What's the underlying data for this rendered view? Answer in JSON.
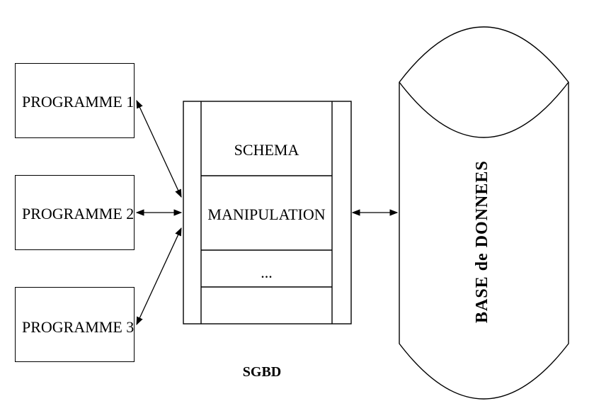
{
  "programs": [
    {
      "label": "PROGRAMME 1"
    },
    {
      "label": "PROGRAMME 2"
    },
    {
      "label": "PROGRAMME 3"
    }
  ],
  "sgbd": {
    "title": "SGBD",
    "rows": [
      {
        "label": "SCHEMA"
      },
      {
        "label": "MANIPULATION"
      },
      {
        "label": "..."
      },
      {
        "label": ""
      }
    ]
  },
  "database": {
    "label": "BASE de DONNEES"
  }
}
